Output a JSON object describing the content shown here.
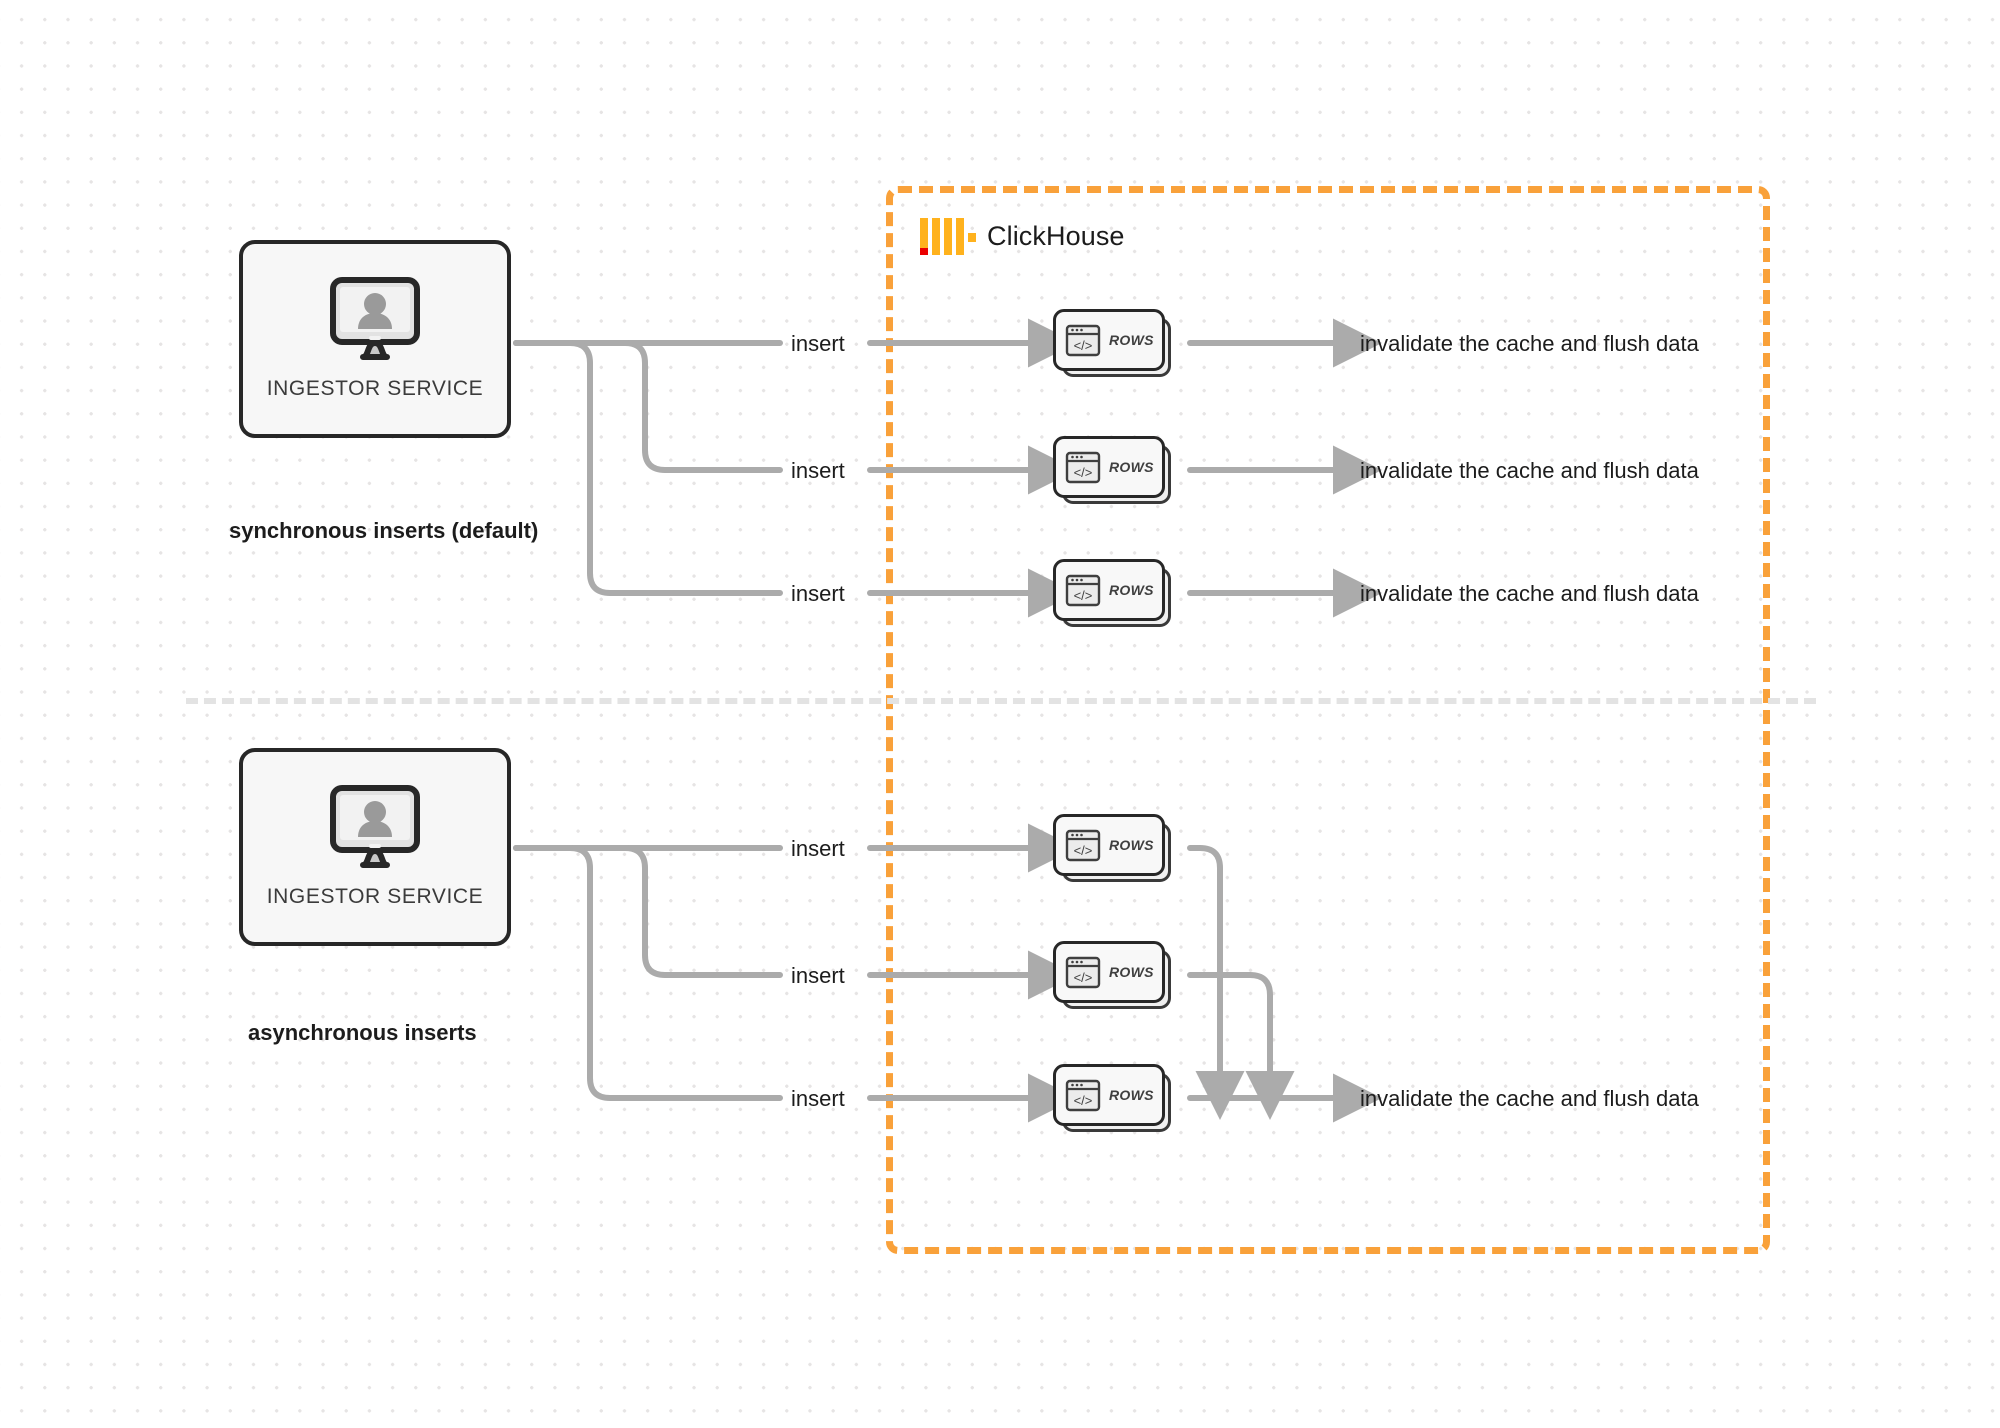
{
  "diagram": {
    "title": "ClickHouse synchronous vs asynchronous inserts",
    "colors": {
      "boundary": "#F9A13A",
      "logo_yellow": "#FFB21D",
      "logo_red": "#EB0000",
      "wire": "#ABABAB",
      "box_border": "#272727",
      "divider": "#E3E3E3",
      "dot_grid": "#E6E4E4"
    }
  },
  "clickhouse": {
    "label": "ClickHouse",
    "logo_name": "clickhouse-logo"
  },
  "sections": [
    {
      "id": "synchronous",
      "caption": "synchronous inserts (default)",
      "service": {
        "label": "INGESTOR SERVICE",
        "icon": "monitor-user-icon"
      },
      "rows": [
        {
          "insert_label": "insert",
          "card_label": "ROWS",
          "card_icon": "code-window-icon",
          "result_label": "invalidate the cache and flush data"
        },
        {
          "insert_label": "insert",
          "card_label": "ROWS",
          "card_icon": "code-window-icon",
          "result_label": "invalidate the cache and flush data"
        },
        {
          "insert_label": "insert",
          "card_label": "ROWS",
          "card_icon": "code-window-icon",
          "result_label": "invalidate the cache and flush data"
        }
      ]
    },
    {
      "id": "asynchronous",
      "caption": "asynchronous inserts",
      "service": {
        "label": "INGESTOR SERVICE",
        "icon": "monitor-user-icon"
      },
      "rows": [
        {
          "insert_label": "insert",
          "card_label": "ROWS",
          "card_icon": "code-window-icon"
        },
        {
          "insert_label": "insert",
          "card_label": "ROWS",
          "card_icon": "code-window-icon"
        },
        {
          "insert_label": "insert",
          "card_label": "ROWS",
          "card_icon": "code-window-icon"
        }
      ],
      "merged_result_label": "invalidate the cache and flush data"
    }
  ]
}
